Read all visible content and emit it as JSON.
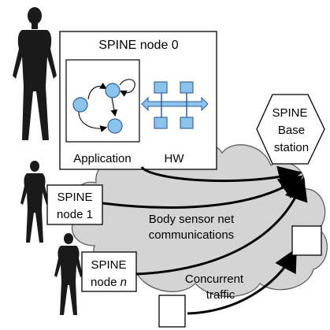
{
  "node0": {
    "title": "SPINE node 0",
    "application_label": "Application",
    "hw_label": "HW"
  },
  "base_station": {
    "line1": "SPINE",
    "line2": "Base",
    "line3": "station"
  },
  "node1": {
    "line1": "SPINE",
    "line2": "node 1"
  },
  "noden": {
    "line1": "SPINE",
    "line2_prefix": "node ",
    "line2_var": "n"
  },
  "cloud": {
    "line1": "Body sensor net",
    "line2": "communications"
  },
  "traffic": {
    "line1": "Concurrent",
    "line2": "traffic"
  },
  "colors": {
    "cloud_fill": "#d4d4d4",
    "node_blue": "#8cc3ec",
    "node_blue_stroke": "#2f5f95",
    "human": "#1a1a1a"
  }
}
